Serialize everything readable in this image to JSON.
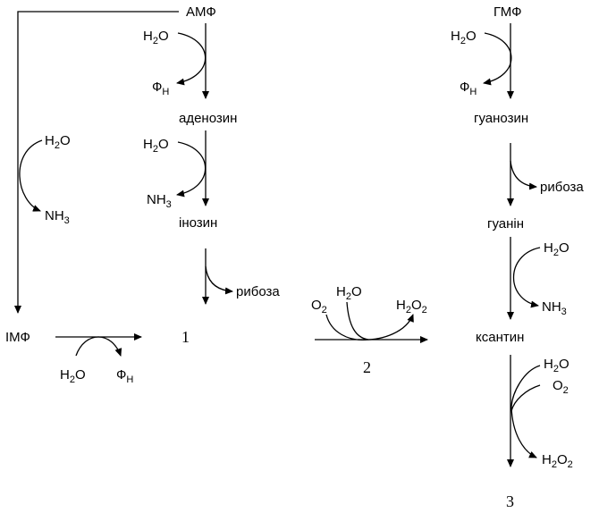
{
  "compounds": {
    "amf": "АМФ",
    "gmf": "ГМФ",
    "adenosine": "аденозин",
    "inosine": "інозин",
    "imf": "ІМФ",
    "guanosine": "гуанозин",
    "guanine": "гуанін",
    "xanthine": "ксантин"
  },
  "cofactors": {
    "h2o_main": "H",
    "h2o_sub": "2",
    "h2o_tail": "O",
    "fn_main": "Ф",
    "fn_sub": "Н",
    "nh3_main": "NH",
    "nh3_sub": "3",
    "o2_main": "O",
    "o2_sub": "2",
    "h2o2_main": "H",
    "h2o2_sub": "2",
    "h2o2_mid": "O",
    "h2o2_sub2": "2",
    "ribose": "рибоза"
  },
  "numbers": {
    "n1": "1",
    "n2": "2",
    "n3": "3"
  }
}
